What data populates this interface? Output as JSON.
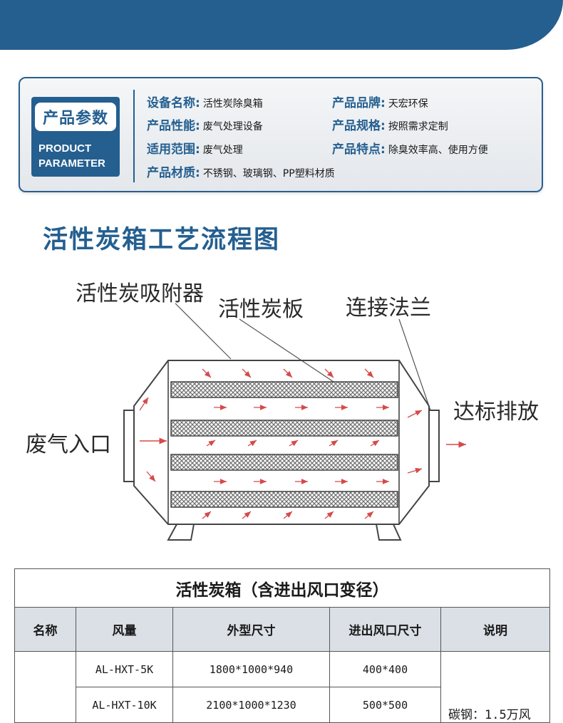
{
  "banner": {
    "text": ""
  },
  "parameters": {
    "badge_cn": "产品参数",
    "badge_en_line1": "PRODUCT",
    "badge_en_line2": "PARAMETER",
    "items": [
      {
        "key": "设备名称:",
        "value": "活性炭除臭箱"
      },
      {
        "key": "产品品牌:",
        "value": "天宏环保"
      },
      {
        "key": "产品性能:",
        "value": "废气处理设备"
      },
      {
        "key": "产品规格:",
        "value": "按照需求定制"
      },
      {
        "key": "适用范围:",
        "value": "废气处理"
      },
      {
        "key": "产品特点:",
        "value": "除臭效率高、使用方便"
      },
      {
        "key": "产品材质:",
        "value": "不锈钢、玻璃钢、PP塑料材质"
      }
    ]
  },
  "section_title": "活性炭箱工艺流程图",
  "diagram": {
    "labels": {
      "adsorber": "活性炭吸附器",
      "carbon_plate": "活性炭板",
      "flange": "连接法兰",
      "inlet": "废气入口",
      "outlet": "达标排放"
    },
    "colors": {
      "arrow": "#d64a4a",
      "line": "#555555",
      "mesh": "#777777"
    }
  },
  "table": {
    "title": "活性炭箱（含进出风口变径）",
    "headers": [
      "名称",
      "风量",
      "外型尺寸",
      "进出风口尺寸",
      "说明"
    ],
    "rows": [
      {
        "model": "AL-HXT-5K",
        "size": "1800*1000*940",
        "port": "400*400"
      },
      {
        "model": "AL-HXT-10K",
        "size": "2100*1000*1230",
        "port": "500*500"
      }
    ],
    "note": "碳钢：1.5万风"
  },
  "colors": {
    "brand_blue": "#245f90",
    "header_bg": "#dbe0e7"
  }
}
